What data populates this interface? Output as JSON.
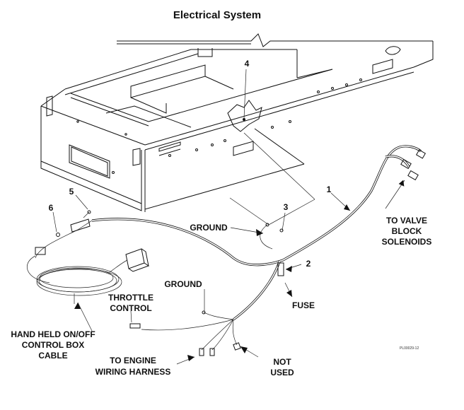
{
  "title": "Electrical System",
  "callouts": {
    "n1": "1",
    "n2": "2",
    "n3": "3",
    "n4": "4",
    "n5": "5",
    "n6": "6"
  },
  "labels": {
    "ground_upper": "GROUND",
    "ground_lower": "GROUND",
    "to_valve": [
      "TO VALVE",
      "BLOCK",
      "SOLENOIDS"
    ],
    "fuse": "FUSE",
    "throttle": [
      "THROTTLE",
      "CONTROL"
    ],
    "hand_held": [
      "HAND HELD ON/OFF",
      "CONTROL BOX",
      "CABLE"
    ],
    "engine": [
      "TO ENGINE",
      "WIRING HARNESS"
    ],
    "not_used": [
      "NOT",
      "USED"
    ]
  },
  "part_code": "PL00029-12"
}
